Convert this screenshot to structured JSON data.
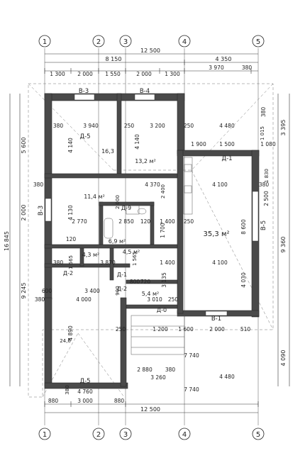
{
  "axes": [
    "1",
    "2",
    "3",
    "4",
    "5"
  ],
  "top_dims": {
    "overall": "12 500",
    "row2": [
      "8 150",
      "4 350"
    ],
    "row3": [
      "1 300",
      "2 000",
      "1 550",
      "2 000",
      "1 300",
      "3 970",
      "380"
    ]
  },
  "bottom_dims": {
    "row1": [
      "880",
      "3 000",
      "880",
      "7 740"
    ],
    "overall": "12 500"
  },
  "left_dims": [
    "5 600",
    "2 000",
    "16 845",
    "9 245"
  ],
  "right_dims": [
    "3 395",
    "9 360",
    "4 090"
  ],
  "windows": [
    "В-3",
    "В-4",
    "В-3",
    "В-5",
    "В-1"
  ],
  "doors": [
    "Д-5",
    "Д-1",
    "Д-9",
    "Д-2",
    "Д-1",
    "Д-2",
    "Д-0",
    "Д-5"
  ],
  "areas": [
    "13,2 м²",
    "11,4 м²",
    "35,3 м²",
    "6,9 м²",
    "4,3 м²",
    "4,5 м²",
    "5,4 м²",
    "16,3"
  ],
  "room_dims": {
    "r1": [
      "380",
      "3 940",
      "250",
      "3 200",
      "250",
      "4 480",
      "380",
      "4 140",
      "4 140"
    ],
    "r2": [
      "380",
      "4 370",
      "4 100",
      "380",
      "4 130",
      "2 770",
      "2 850",
      "120",
      "1 400",
      "1 700",
      "8 600",
      "2 500"
    ],
    "r3": [
      "380",
      "1 565",
      "1 565",
      "3 870",
      "1 400",
      "4 100",
      "3 135",
      "4 030"
    ],
    "r4": [
      "600",
      "380",
      "3 400",
      "4 000",
      "900",
      "720",
      "3 010",
      "250",
      "800"
    ],
    "r5": [
      "250",
      "1 200",
      "1 600",
      "2 000",
      "510",
      "7 740",
      "2 880",
      "380",
      "3 260",
      "4 480",
      "4 760",
      "380",
      "4 890",
      "24,6"
    ],
    "misc": [
      "1 900",
      "1 500",
      "1 015",
      "1 080",
      "1 830",
      "250",
      "120",
      "2 400",
      "2 000"
    ]
  }
}
